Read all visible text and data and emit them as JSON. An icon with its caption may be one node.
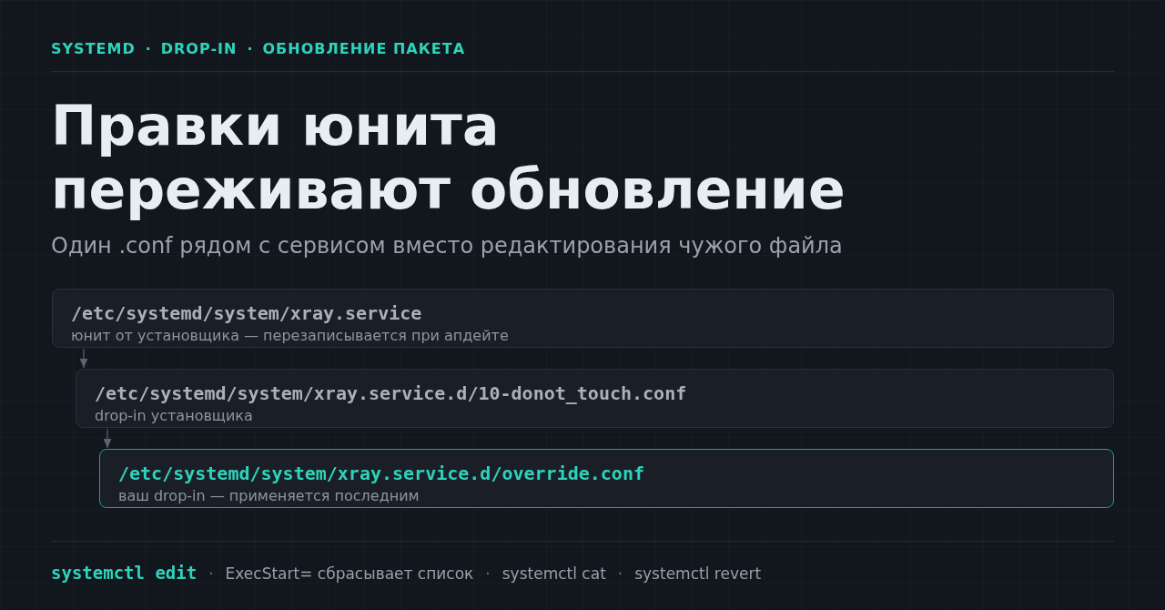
{
  "diagram": {
    "title": "Правки юнита переживают обновление",
    "nodes": [
      {
        "text": [
          "/etc/systemd/system/xray.service",
          "юнит от установщика — перезаписывается при апдейте"
        ]
      },
      {
        "text": [
          "/etc/systemd/system/xray.service.d/10-donot_touch.conf",
          "drop-in установщика"
        ]
      },
      {
        "text": [
          "/etc/systemd/system/xray.service.d/override.conf",
          "ваш drop-in — применяется последним"
        ]
      }
    ],
    "edges": [
      {
        "from": 0,
        "to": 1,
        "arrow": "to"
      },
      {
        "from": 1,
        "to": 2,
        "arrow": "to"
      }
    ],
    "labels": [
      "SYSTEMD",
      "·",
      "DROP-IN",
      "·",
      "ОБНОВЛЕНИЕ ПАКЕТА",
      "Один .conf рядом с сервисом вместо редактирования чужого файла",
      "systemctl edit",
      "·",
      "ExecStart= сбрасывает список",
      "·",
      "systemctl cat",
      "·",
      "systemctl revert"
    ]
  }
}
